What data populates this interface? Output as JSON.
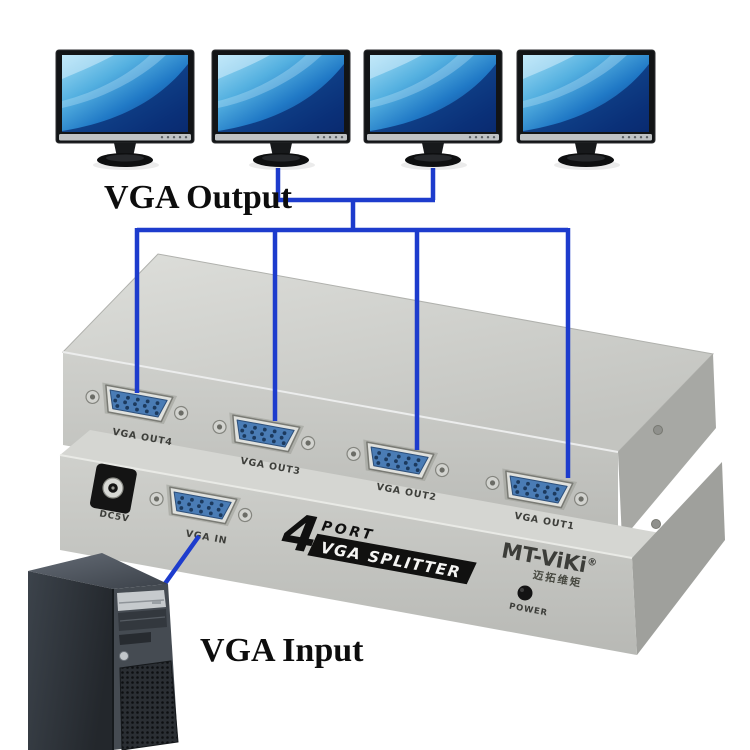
{
  "labels": {
    "output": "VGA Output",
    "input": "VGA Input"
  },
  "device": {
    "rear_ports": [
      {
        "label": "VGA OUT4"
      },
      {
        "label": "VGA OUT3"
      },
      {
        "label": "VGA OUT2"
      },
      {
        "label": "VGA OUT1"
      }
    ],
    "front": {
      "dc_label": "DC5V",
      "vga_in_label": "VGA IN",
      "port_count": "4",
      "port_word": "PORT",
      "splitter_word": "VGA SPLITTER",
      "power_label": "POWER"
    },
    "brand": {
      "name": "MT-ViKi",
      "reg": "®",
      "cn": "迈拓维矩"
    }
  },
  "monitors": {
    "count": 4
  },
  "colors": {
    "line": "#1d3ccd",
    "port_face": "#4a7cb5",
    "chassis": "#c8c9c5",
    "screen_light": "#a6e0f5",
    "screen_dark": "#0a2b70"
  }
}
